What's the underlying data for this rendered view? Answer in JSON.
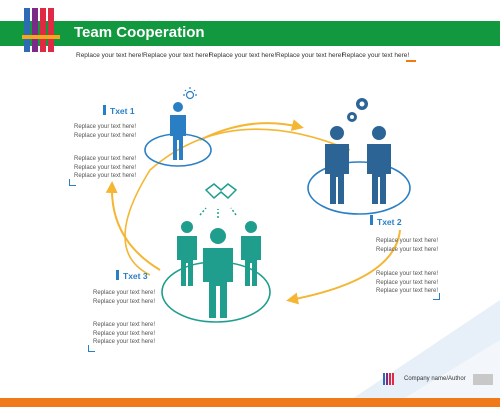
{
  "header": {
    "title": "Team Cooperation",
    "subtitles": [
      "Replace your text here!",
      "Replace your text here!",
      "Replace your text here!",
      "Replace your text here!",
      "Replace your text here!"
    ]
  },
  "groups": {
    "g1": {
      "label": "Txet 1",
      "lines_a": [
        "Replace your text here!",
        "Replace your text here!"
      ],
      "lines_b": [
        "Replace your text here!",
        "Replace your text here!",
        "Replace your text here!"
      ]
    },
    "g2": {
      "label": "Txet 2",
      "lines_a": [
        "Replace your text here!",
        "Replace your text here!"
      ],
      "lines_b": [
        "Replace your text here!",
        "Replace your text here!",
        "Replace your text here!"
      ]
    },
    "g3": {
      "label": "Txet 3",
      "lines_a": [
        "Replace your text here!",
        "Replace your text here!"
      ],
      "lines_b": [
        "Replace your text here!",
        "Replace your text here!",
        "Replace your text here!"
      ]
    }
  },
  "footer": {
    "company": "Company name/Author"
  },
  "colors": {
    "green": "#12983e",
    "orange": "#f07a1a",
    "blue": "#2a7fc4",
    "darkblue": "#2d6496",
    "teal": "#1f9e8e",
    "arrow": "#f4b633"
  },
  "icons": [
    "lightbulb-icon",
    "gears-icon",
    "handshake-icon",
    "person-icon"
  ]
}
